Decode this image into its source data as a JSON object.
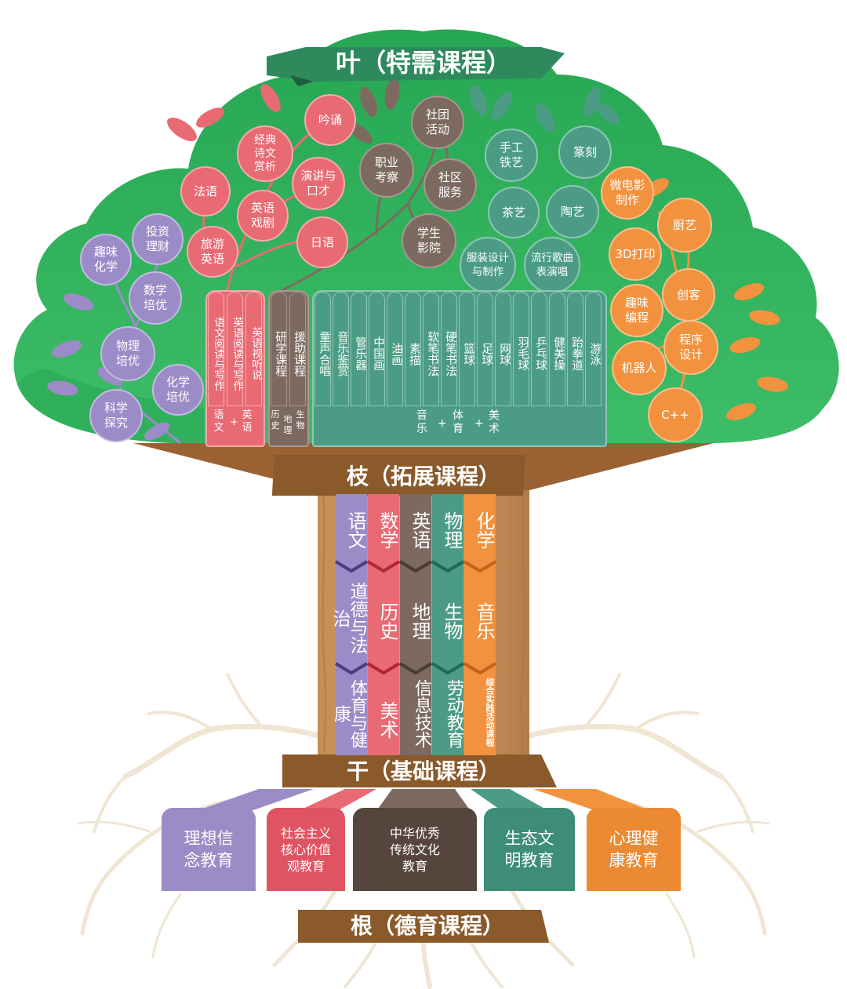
{
  "titles": {
    "leaf": "叶（特需课程）",
    "branch": "枝（拓展课程）",
    "trunk": "干（基础课程）",
    "root": "根（德育课程）"
  },
  "colors": {
    "crown": "#33b460",
    "crown_dark": "#1f8e45",
    "banner_green": "#2e8a5d",
    "banner_brown": "#8a5a2b",
    "bark": "#b88451",
    "red": "#e86a73",
    "brown": "#7c6a60",
    "teal": "#4c9c85",
    "purple": "#9b8bc7",
    "orange": "#f2923f",
    "roots": "#f1e5d3"
  },
  "leaf_nodes": {
    "red": [
      "吟诵",
      "经典\n诗文\n赏析",
      "法语",
      "演讲与\n口才",
      "英语\n戏剧",
      "旅游\n英语",
      "日语"
    ],
    "brown": [
      "社团\n活动",
      "职业\n考察",
      "社区\n服务",
      "学生\n影院"
    ],
    "teal": [
      "手工\n铁艺",
      "篆刻",
      "茶艺",
      "陶艺",
      "服装设计\n与制作",
      "流行歌曲\n表演唱"
    ],
    "purple": [
      "投资\n理财",
      "趣味\n化学",
      "数学\n培优",
      "物理\n培优",
      "化学\n培优",
      "科学\n探究"
    ],
    "orange": [
      "微电影\n制作",
      "厨艺",
      "3D打印",
      "创客",
      "趣味\n编程",
      "程序\n设计",
      "机器人",
      "C++"
    ]
  },
  "branch_columns": {
    "red": [
      "语文阅读与写作",
      "英语阅读与写作",
      "英语视听说"
    ],
    "brown": [
      "研学课程",
      "援助课程"
    ],
    "teal": [
      "童声合唱",
      "音乐鉴赏",
      "管乐器",
      "中国画",
      "油画",
      "素描",
      "软笔书法",
      "硬笔书法",
      "篮球",
      "足球",
      "网球",
      "羽毛球",
      "乒乓球",
      "健美操",
      "跆拳道",
      "游泳"
    ]
  },
  "branch_bands": {
    "red": [
      "语文",
      "+",
      "英语"
    ],
    "brown": [
      "历史",
      "地理",
      "生物"
    ],
    "teal": [
      "音乐",
      "+",
      "体育",
      "+",
      "美术"
    ]
  },
  "trunk_subjects": [
    {
      "color": "purple",
      "items": [
        "语文",
        "道德与法治",
        "体育与健康"
      ]
    },
    {
      "color": "red",
      "items": [
        "数学",
        "历史",
        "美术"
      ]
    },
    {
      "color": "brown",
      "items": [
        "英语",
        "地理",
        "信息技术"
      ]
    },
    {
      "color": "teal",
      "items": [
        "物理",
        "生物",
        "劳动教育"
      ]
    },
    {
      "color": "orange",
      "items": [
        "化学",
        "音乐",
        "综合实践活动课程"
      ]
    }
  ],
  "root_boxes": [
    {
      "color": "purple",
      "label": "理想信\n念教育"
    },
    {
      "color": "red",
      "label": "社会主义\n核心价值\n观教育"
    },
    {
      "color": "brown",
      "label": "中华优秀\n传统文化\n教育"
    },
    {
      "color": "teal",
      "label": "生态文\n明教育"
    },
    {
      "color": "orange",
      "label": "心理健\n康教育"
    }
  ]
}
